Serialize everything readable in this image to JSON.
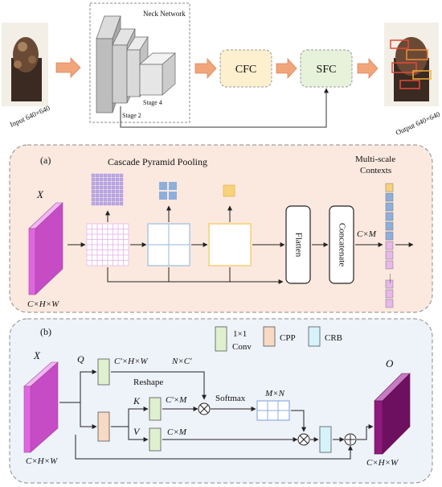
{
  "top": {
    "input_label": "Input  640×640",
    "output_label": "Output  640×640",
    "neck_title": "Neck Network",
    "stage2": "Stage 2",
    "stage4": "Stage 4",
    "cfc": "CFC",
    "sfc": "SFC"
  },
  "panel_a": {
    "tag": "(a)",
    "title": "Cascade Pyramid Pooling",
    "multi_scale_1": "Multi-scale",
    "multi_scale_2": "Contexts",
    "x_label": "X",
    "dims_label": "C×H×W",
    "flatten": "Flatten",
    "concatenate": "Concatenate",
    "cm": "C×M",
    "dots": "......"
  },
  "panel_b": {
    "tag": "(b)",
    "legend_conv_1": "1×1",
    "legend_conv_2": "Conv",
    "legend_cpp": "CPP",
    "legend_crb": "CRB",
    "x_label": "X",
    "q": "Q",
    "k": "K",
    "v": "V",
    "q_dims": "C′×H×W",
    "nc": "N×C′",
    "reshape": "Reshape",
    "k_dims": "C′×M",
    "softmax": "Softmax",
    "mn": "M×N",
    "v_dims": "C×M",
    "in_dims": "C×H×W",
    "o_label": "O",
    "out_dims": "C×H×W"
  },
  "colors": {
    "arrow_orange": "#f1a57a",
    "cfc_fill": "#fdf0cf",
    "sfc_fill": "#e6f2da",
    "panel_a_bg": "#fbe9df",
    "panel_b_bg": "#eef2f9",
    "magenta": "#e066e0",
    "dark_purple": "#8e1a7c",
    "grid_pink": "#e9b7ea",
    "blue_small": "#8eaedb",
    "yellow_small": "#f7d27a",
    "conv_green": "#dff0cf",
    "cpp_peach": "#f8d9c4",
    "crb_cyan": "#d6f3fb"
  }
}
